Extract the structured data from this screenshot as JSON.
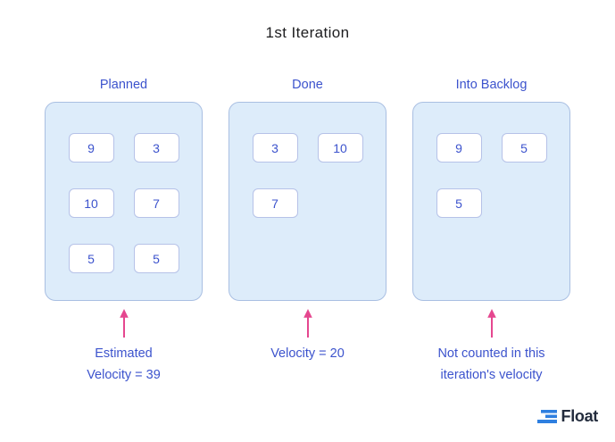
{
  "title": "1st Iteration",
  "columns": [
    {
      "header": "Planned",
      "cards": [
        "9",
        "3",
        "10",
        "7",
        "5",
        "5"
      ],
      "caption": [
        "Estimated",
        "Velocity = 39"
      ]
    },
    {
      "header": "Done",
      "cards": [
        "3",
        "10",
        "7"
      ],
      "caption": [
        "Velocity = 20"
      ]
    },
    {
      "header": "Into Backlog",
      "cards": [
        "9",
        "5",
        "5"
      ],
      "caption": [
        "Not counted in this",
        "iteration's velocity"
      ]
    }
  ],
  "logo": {
    "brand": "Float",
    "icon": "float-bars-icon"
  },
  "colors": {
    "text_dark": "#1d1d1f",
    "accent_blue": "#3c53cd",
    "panel_bg": "#ddecfa",
    "panel_border": "#a9bfe2",
    "card_bg": "#ffffff",
    "card_border": "#b6c2e8",
    "arrow_pink": "#e5478f",
    "logo_blue": "#2e7fe0",
    "logo_text": "#232c3d"
  }
}
